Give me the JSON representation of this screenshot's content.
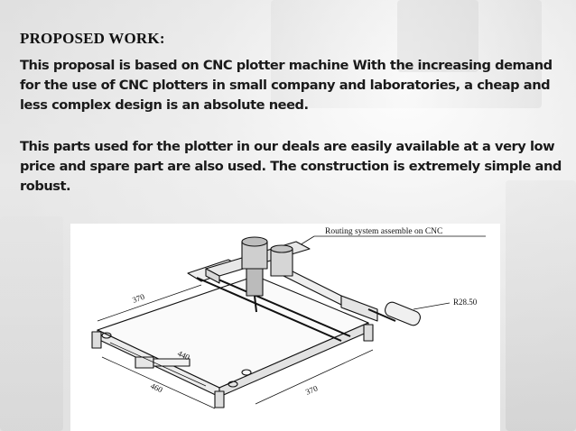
{
  "slide": {
    "title": "PROPOSED WORK:",
    "paragraph1": "This proposal is based on CNC plotter machine With the increasing demand for the use of CNC plotters in small company and laboratories, a cheap and less complex design is an absolute need.",
    "paragraph2": " This parts used for the plotter in our deals are easily available at a very low price and spare part are also used. The construction is extremely simple and robust."
  },
  "figure": {
    "caption": "Routing system assemble on CNC",
    "dimensions": {
      "d370_top": "370",
      "d440": "440",
      "d460": "460",
      "d370_bottom": "370",
      "radius": "R28.50"
    }
  }
}
